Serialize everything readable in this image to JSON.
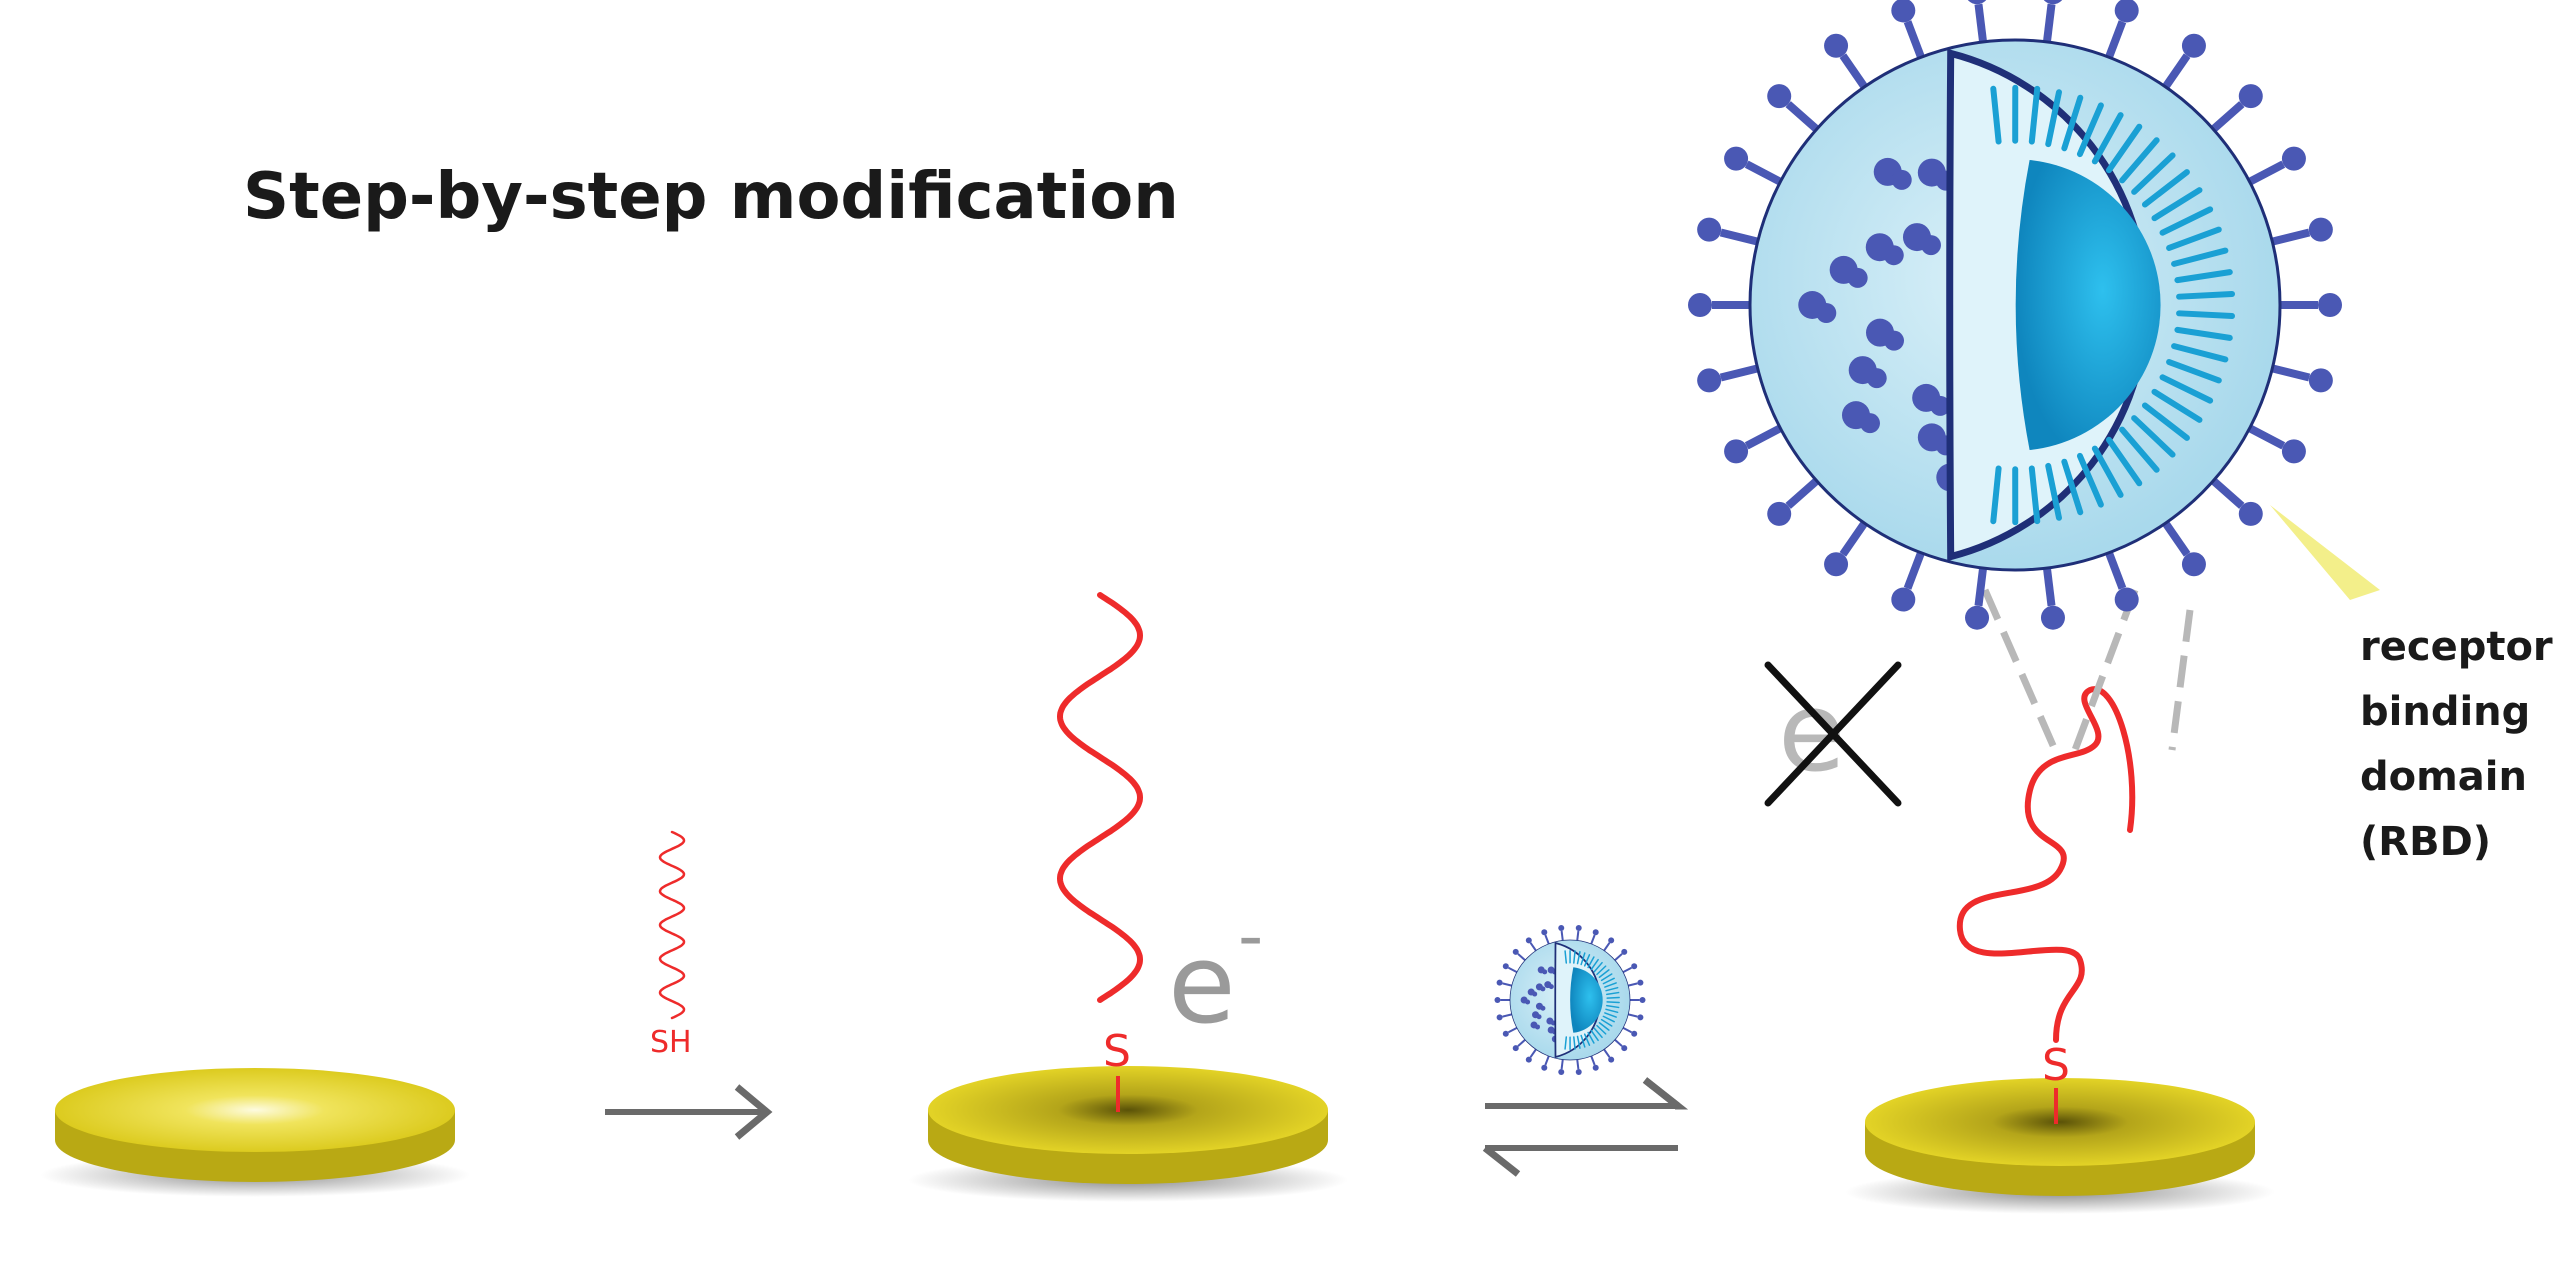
{
  "title": "Step-by-step modification",
  "labels": {
    "thiol": "SH",
    "sulfur_mid": "S",
    "sulfur_right": "S",
    "electron": "e",
    "electron_charge": "-",
    "electron_blocked": "e",
    "rbd_line1": "receptor",
    "rbd_line2": "binding",
    "rbd_line3": "domain",
    "rbd_line4": "(RBD)"
  },
  "colors": {
    "gold_top": "#e8d82a",
    "gold_side": "#b9a914",
    "gold_highlight": "#fbf7c8",
    "aptamer": "#ee2b2b",
    "arrow": "#6a6a6a",
    "electron": "#9a9a9a",
    "virus_envelope": "#a9d9ec",
    "virus_core": "#1aa0d4",
    "virus_spike": "#4a58b4",
    "virus_outline": "#1f2f78",
    "dashed": "#b8b8b8",
    "pointer": "#f3ef8a",
    "blocked_x": "#111111"
  },
  "icons": [
    "gold-electrode-icon",
    "thiol-aptamer-icon",
    "reaction-arrow-icon",
    "equilibrium-arrows-icon",
    "virus-icon",
    "blocked-electron-x-icon",
    "rbd-pointer-icon"
  ]
}
